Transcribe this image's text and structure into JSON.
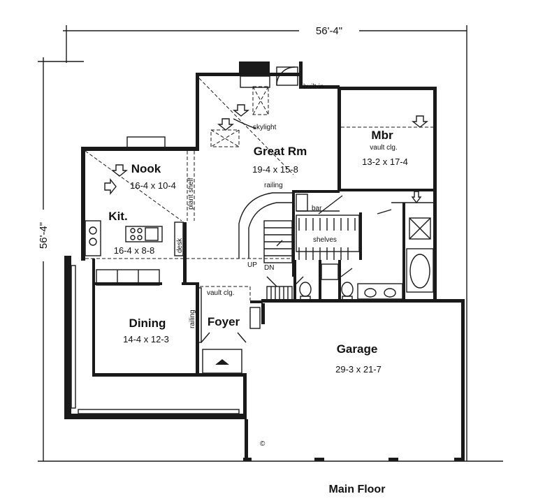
{
  "dimensions": {
    "width": "56'-4\"",
    "depth": "56'-4\""
  },
  "rooms": {
    "great_rm": {
      "name": "Great Rm",
      "size": "19-4 x 15-8"
    },
    "mbr": {
      "name": "Mbr",
      "note": "vault clg.",
      "size": "13-2 x 17-4"
    },
    "nook": {
      "name": "Nook",
      "size": "16-4 x 10-4"
    },
    "kit": {
      "name": "Kit.",
      "size": "16-4 x 8-8"
    },
    "dining": {
      "name": "Dining",
      "size": "14-4 x 12-3"
    },
    "foyer": {
      "name": "Foyer"
    },
    "garage": {
      "name": "Garage",
      "size": "29-3 x 21-7"
    }
  },
  "labels": {
    "built_in": "built-in",
    "skylight": "skylight",
    "railing_top": "railing",
    "railing_foyer": "railing",
    "plant_shelf": "plant shelf",
    "desk": "desk",
    "bar": "bar",
    "shelves": "shelves",
    "up": "UP",
    "dn": "DN",
    "vault_clg": "vault clg."
  },
  "copyright": "©",
  "caption": "Main Floor"
}
